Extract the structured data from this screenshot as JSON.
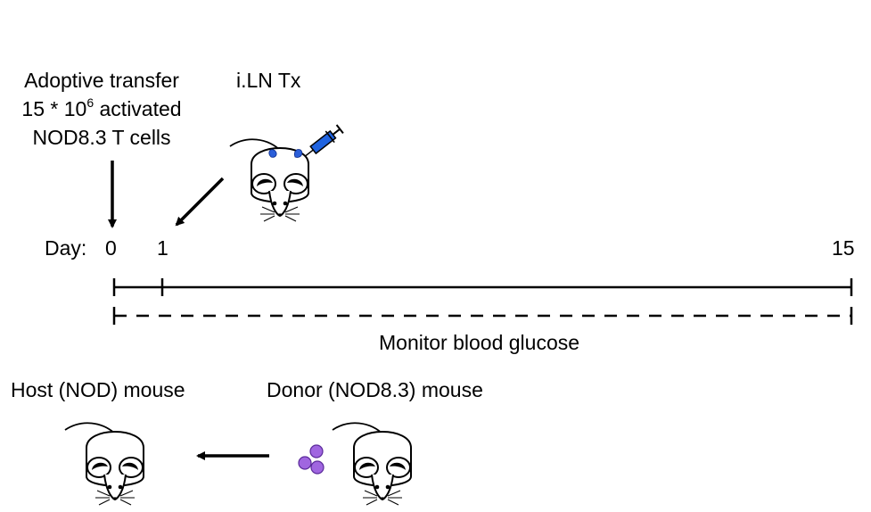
{
  "transfer_label": {
    "line1": "Adoptive transfer",
    "line2_prefix": "15 * 10",
    "line2_sup": "6",
    "line2_suffix": " activated",
    "line3": "NOD8.3 T cells"
  },
  "iln_label": "i.LN Tx",
  "timeline": {
    "day_label": "Day:",
    "ticks": [
      "0",
      "1",
      "15"
    ],
    "monitor_label": "Monitor blood glucose"
  },
  "host_label": "Host (NOD) mouse",
  "donor_label": "Donor (NOD8.3) mouse",
  "colors": {
    "ink": "#000000",
    "lymph_node": "#2b5fd9",
    "syringe": "#1f63e0",
    "cells": "#a066e0",
    "cell_stroke": "#5a2a9a"
  }
}
